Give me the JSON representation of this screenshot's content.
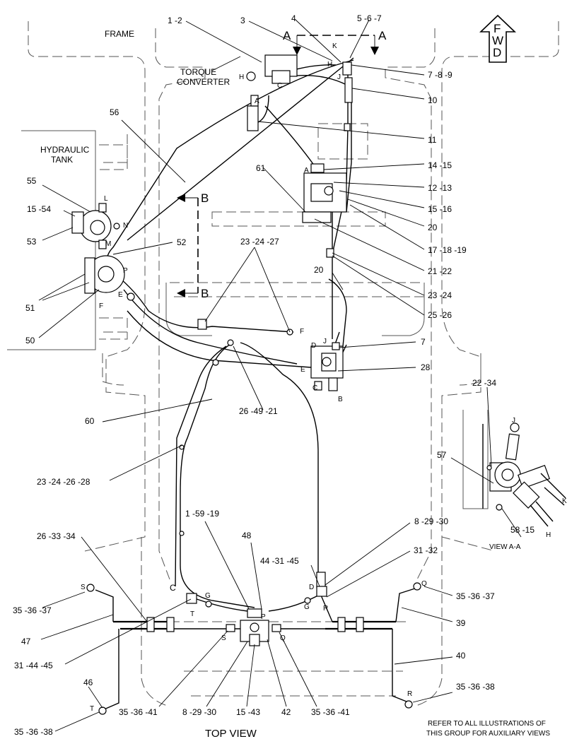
{
  "titles": {
    "frame": "FRAME",
    "torque_converter_1": "TORQUE",
    "torque_converter_2": "CONVERTER",
    "hydraulic_tank_1": "HYDRAULIC",
    "hydraulic_tank_2": "TANK",
    "top_view": "TOP VIEW",
    "view_aa": "VIEW A-A",
    "fwd": [
      "F",
      "W",
      "D"
    ],
    "note_1": "REFER TO ALL ILLUSTRATIONS OF",
    "note_2": "THIS GROUP FOR AUXILIARY VIEWS"
  },
  "section_marks": {
    "a_left": "A",
    "a_right": "A",
    "b_top": "B",
    "b_bottom": "B"
  },
  "callouts": [
    "1 -2",
    "3",
    "4",
    "5 -6 -7",
    "7 -8 -9",
    "10",
    "11",
    "56",
    "61",
    "14 -15",
    "12 -13",
    "15 -16",
    "20",
    "17 -18 -19",
    "55",
    "15 -54",
    "53",
    "52",
    "23 -24 -27",
    "21 -22",
    "20",
    "23 -24",
    "25 -26",
    "51",
    "50",
    "7",
    "28",
    "26 -49 -21",
    "60",
    "22 -34",
    "57",
    "23 -24 -26 -28",
    "1 -59 -19",
    "48",
    "8 -29 -30",
    "58 -15",
    "26 -33 -34",
    "44 -31 -45",
    "31 -32",
    "35 -36 -37",
    "35 -36 -37",
    "47",
    "39",
    "31 -44 -45",
    "40",
    "46",
    "35 -36 -38",
    "35 -36 -41",
    "8 -29 -30",
    "15 -43",
    "42",
    "35 -36 -41",
    "35 -36 -38"
  ],
  "port_letters": [
    "H",
    "C",
    "K",
    "H",
    "J",
    "A",
    "A",
    "L",
    "M",
    "N",
    "P",
    "E",
    "F",
    "F",
    "D",
    "J",
    "E",
    "C",
    "B",
    "C",
    "G",
    "T",
    "S",
    "P",
    "Q",
    "D",
    "G",
    "R",
    "S",
    "Q",
    "T",
    "R",
    "J",
    "K",
    "H"
  ]
}
